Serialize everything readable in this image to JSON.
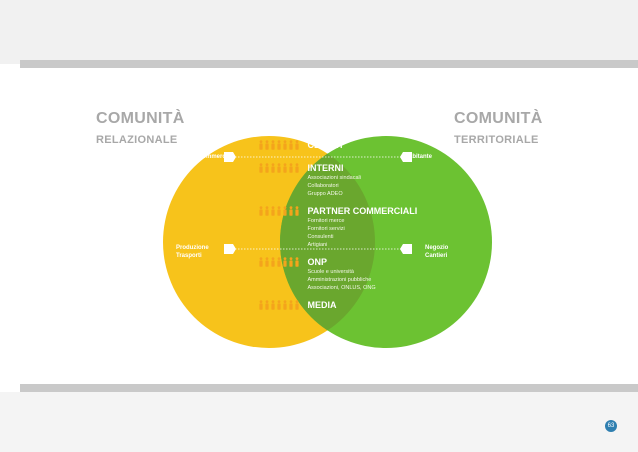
{
  "titles": {
    "left": {
      "line1": "COMUNITÀ",
      "line2": "RELAZIONALE"
    },
    "right": {
      "line1": "COMUNITÀ",
      "line2": "TERRITORIALE"
    }
  },
  "sector_labels": {
    "ecommerce": "E-commerce",
    "abitante": "Abitante",
    "produzione": [
      "Produzione",
      "Trasporti"
    ],
    "negozio": [
      "Negozio",
      "Cantieri"
    ]
  },
  "groups": [
    {
      "title": "CLIENTI",
      "items": []
    },
    {
      "title": "INTERNI",
      "items": [
        "Associazioni sindacali",
        "Collaboratori",
        "Gruppo ADEO"
      ]
    },
    {
      "title": "PARTNER COMMERCIALI",
      "items": [
        "Fornitori merce",
        "Fornitori servizi",
        "Consulenti",
        "Artigiani"
      ]
    },
    {
      "title": "ONP",
      "items": [
        "Scuole e università",
        "Amministrazioni pubbliche",
        "Associazioni, ONLUS, ONG"
      ]
    },
    {
      "title": "MEDIA",
      "items": []
    }
  ],
  "colors": {
    "left_circle": "#f7c31b",
    "right_circle": "#6cc232",
    "overlap": "#6aa72e",
    "people_icon": "#f4a41c",
    "title_gray": "#a8a8a8"
  },
  "icons": {
    "people": "person-icon",
    "marker": "arrow-marker-icon"
  },
  "page_number": "63"
}
